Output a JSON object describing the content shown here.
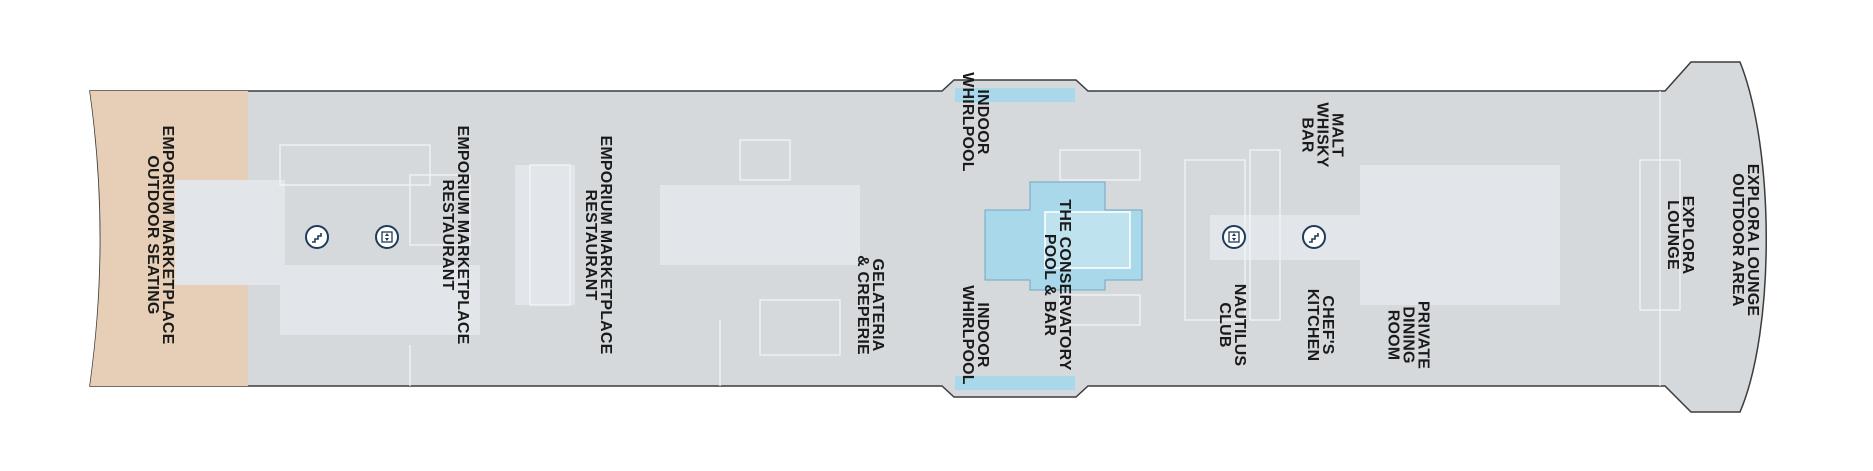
{
  "colors": {
    "deck": "#d6d9dc",
    "deck_light": "#e2e6ea",
    "outdoor": "#e7cfb7",
    "pool": "#a9d8ea",
    "outline": "#3c3c3c",
    "label": "#1a1a1a",
    "icon": "#1f3a5a"
  },
  "labels": {
    "emporium_outdoor": "EMPORIUM MARKETPLACE\nOUTDOOR SEATING",
    "emporium_restaurant_1": "EMPORIUM MARKETPLACE\nRESTAURANT",
    "emporium_restaurant_2": "EMPORIUM MARKETPLACE\nRESTAURANT",
    "gelateria": "GELATERIA\n& CREPERIE",
    "indoor_whirlpool_top": "INDOOR\nWHIRLPOOL",
    "indoor_whirlpool_bottom": "INDOOR\nWHIRLPOOL",
    "conservatory": "THE CONSERVATORY\nPOOL & BAR",
    "nautilus": "NAUTILUS\nCLUB",
    "malt_whisky": "MALT\nWHISKY\nBAR",
    "chefs_kitchen": "CHEF'S\nKITCHEN",
    "private_dining": "PRIVATE\nDINING\nROOM",
    "explora_lounge": "EXPLORA\nLOUNGE",
    "explora_outdoor": "EXPLORA LOUNGE\nOUTDOOR AREA"
  },
  "icons": {
    "stairs": "stairs-icon",
    "elevator": "elevator-icon"
  }
}
